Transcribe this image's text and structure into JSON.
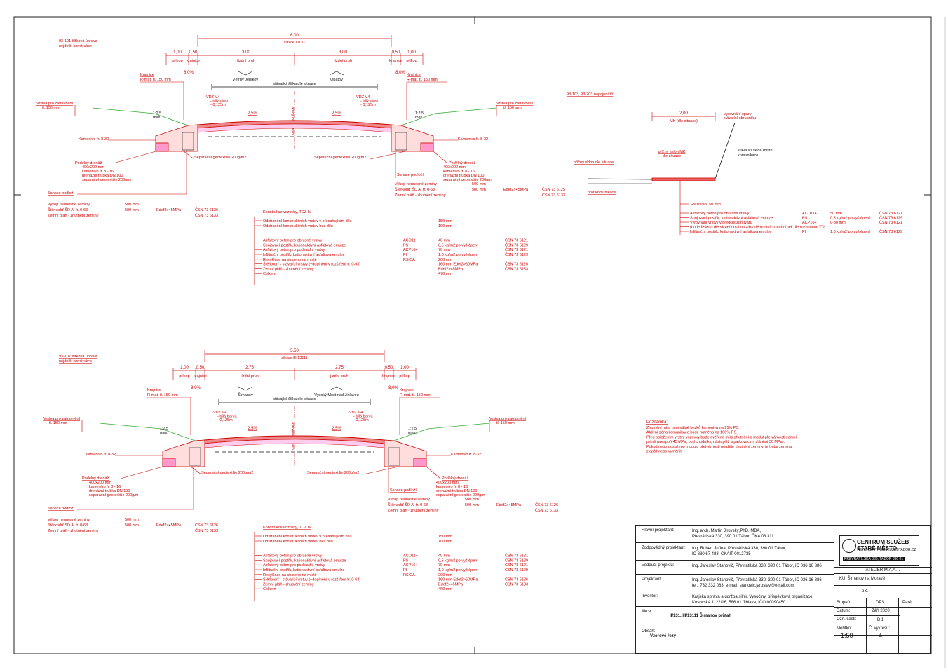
{
  "sheet": {
    "cross_section_top": {
      "title": "93-101 šířková úprava",
      "subtitle": "nejdelší konstrukce",
      "total_width": "6,00",
      "road_label": "silnice II/131",
      "dims": [
        "1,00",
        "0,50",
        "3,00",
        "3,00",
        "0,50",
        "1,00"
      ],
      "dim_labels": [
        "příkop",
        "krajnice",
        "jízdní pruh",
        "jízdní pruh",
        "krajnice",
        "příkop"
      ],
      "slope_left": "8,0%",
      "slope_right": "8,0%",
      "crossfall_left": "2,5%",
      "crossfall_right": "2,5%",
      "direction_left": "Větrný Jeníkov",
      "direction_right": "Opatov",
      "existing_axis": "stávající šířka dle situace",
      "axis_label": "osa komunikace",
      "krajnice_left": "Krajnice",
      "krajnice_left_2": "R-mat. tl. 150 mm",
      "krajnice_right": "Krajnice",
      "krajnice_right_2": "R-mat. tl. 150 mm",
      "vdz_left": [
        "VDZ V4",
        "- bílý plast",
        "- 0,125m"
      ],
      "vdz_right": [
        "VDZ V4",
        "- bílý plast",
        "- 0,125m"
      ],
      "topsoil_left": [
        "Vrstva pro zatravnění",
        "tl. 150 mm"
      ],
      "topsoil_right": [
        "Vrstva pro zatravnění",
        "tl. 150 mm"
      ],
      "slope_ratio": "1:2,5",
      "slope_ratio_2": "max.",
      "stone_left": "Kamenivo fr. 8-32",
      "stone_right": "Kamenivo fr. 8-32",
      "drain_left": [
        "Podélný drenáž",
        "400x200 mm",
        "kamenivo fr. 8 - 16",
        "drenážní trubka DN 100",
        "separační geotextilie 200g/m"
      ],
      "drain_right": [
        "Podélný drenáž",
        "400x200 mm",
        "kamenivo fr. 8 - 16",
        "drenážní trubka DN 100",
        "separační geotextilie 200g/m"
      ],
      "geotext_left": "Separační geotextilie 200g/m2",
      "geotext_right": "Separační geotextilie 200g/m2",
      "sanace_left": "Sanace podloží",
      "sanace_right": "Sanace podloží",
      "left_layers": [
        [
          "Výkop neúnosné zeminy",
          "500 mm",
          "",
          ""
        ],
        [
          "Štěrkodrť ŠD A, fr. 0-63",
          "500 mm",
          "Edef2>45MPa",
          "ČSN 73 6126"
        ],
        [
          "Zemní pláň - zhutnění zeminy",
          "",
          "",
          "ČSN 73 6133"
        ]
      ],
      "right_layers": [
        [
          "Výkop neúnosné zeminy",
          "500 mm",
          "",
          ""
        ],
        [
          "Štěrkodrť ŠD A, fr. 0-63",
          "500 mm",
          "Edef2>45MPa",
          "ČSN 73 6125"
        ],
        [
          "Zemní pláň - zhutnění zeminy",
          "",
          "",
          "ČSN 73 6133"
        ]
      ],
      "construction_title": "Konstrukce vozovky, TDZ IV",
      "construction": [
        [
          "Odstranění konstrukčních vrstev v přesahujícím dílu",
          "",
          "150 mm",
          ""
        ],
        [
          "Odstranění konstrukčních vrstev bez dílu",
          "",
          "100 mm",
          ""
        ],
        [
          "Asfaltový beton pro obrusné vrstvy",
          "ACO11+",
          "40 mm",
          "ČSN 73 6121"
        ],
        [
          "Spojovací postřik, kationaktivní asfaltová emulze",
          "PS",
          "0,5 kg/m2 po vyštěpení",
          "ČSN 73 6129"
        ],
        [
          "Asfaltový beton pro podkladní vrstvy",
          "ACP16+",
          "70 mm",
          "ČSN 73 6121"
        ],
        [
          "Infiltrační postřik, kationaktivní asfaltová emulze",
          "PI",
          "1,0 kg/m2 po vyštěpení",
          "ČSN 73 6129"
        ],
        [
          "Recyklace na studeno na místě",
          "RS CA",
          "200 mm",
          ""
        ],
        [
          "Štěrkodrť - stávající vrstvy (+doplnění v rozšíření fr. 0-63)",
          "",
          "160 mm  Edef2>60MPa",
          "ČSN 73 6126"
        ],
        [
          "Zemní pláň - zhutnění zeminy",
          "",
          "Edef2>45MPa",
          "ČSN 73 6133"
        ],
        [
          "Celkem",
          "",
          "470 mm",
          ""
        ]
      ]
    },
    "cross_section_bottom": {
      "title": "93-107 šířková úprava",
      "subtitle": "nejdelší konstrukce",
      "total_width": "5,50",
      "road_label": "silnice III/13111",
      "dims": [
        "1,00",
        "0,50",
        "2,75",
        "2,75",
        "0,50",
        "1,00"
      ],
      "dim_labels": [
        "příkop",
        "krajnice",
        "jízdní pruh",
        "jízdní pruh",
        "krajnice",
        "příkop"
      ],
      "slope_left": "8,0%",
      "slope_right": "8,0%",
      "crossfall_left": "2,5%",
      "crossfall_right": "2,5%",
      "direction_left": "Šimanov",
      "direction_right": "Vysoký Most nad Jihlavou",
      "existing_axis": "stávající šířka dle situace",
      "axis_label": "osa komunikace",
      "krajnice_left": "Krajnice",
      "krajnice_left_2": "R-mat. tl. 150 mm",
      "krajnice_right": "Krajnice",
      "krajnice_right_2": "R-mat. tl. 150 mm",
      "vdz_left": [
        "VDZ V4",
        "- bílá barva",
        "- 0,125m"
      ],
      "vdz_right": [
        "VDZ V4",
        "- bílá barva",
        "- 0,125m"
      ],
      "topsoil_left": [
        "Vrstva pro zatravnění",
        "tl. 150 mm"
      ],
      "topsoil_right": [
        "Vrstva pro zatravnění",
        "tl. 150 mm"
      ],
      "slope_ratio": "1:2,5",
      "slope_ratio_2": "max.",
      "stone_left": "Kamenivo fr. 8-32",
      "stone_right": "Kamenivo fr. 8-32",
      "drain_left": [
        "Podélný drenáž",
        "400x200 mm",
        "kamenivo fr. 8 - 16",
        "drenážní trubka DN 100",
        "separační geotextilie 200g/m"
      ],
      "drain_right": [
        "Podélný drenáž",
        "400x200 mm",
        "kamenivo fr. 8 - 16",
        "drenážní trubka DN 100",
        "separační geotextilie 200g/m"
      ],
      "geotext_left": "Separační geotextilie 200g/m2",
      "geotext_right": "Separační geotextilie 200g/m2",
      "sanace_left": "Sanace podloží",
      "sanace_right": "Sanace podloží",
      "left_layers": [
        [
          "Výkop neúnosné zeminy",
          "500 mm",
          "",
          ""
        ],
        [
          "Štěrkodrť ŠD A, fr. 0-63",
          "500 mm",
          "Edef2>45MPa",
          "ČSN 73 6126"
        ],
        [
          "Zemní pláň - zhutnění zeminy",
          "",
          "",
          "ČSN 73 6133"
        ]
      ],
      "right_layers": [
        [
          "Výkop neúnosné zeminy",
          "500 mm",
          "",
          ""
        ],
        [
          "Štěrkodrť ŠD A, fr. 0-63",
          "500 mm",
          "Edef2>45MPa",
          "ČSN 73 6126"
        ],
        [
          "Zemní pláň - zhutnění zeminy",
          "",
          "",
          "ČSN 73 6133"
        ]
      ],
      "construction_title": "Konstrukce vozovky, TDZ IV",
      "construction": [
        [
          "Odstranění konstrukčních vrstev v přesahujícím dílu",
          "",
          "150 mm",
          ""
        ],
        [
          "Odstranění konstrukčních vrstev bez dílu",
          "",
          "100 mm",
          ""
        ],
        [
          "Asfaltový beton pro obrusné vrstvy",
          "ACO11+",
          "40 mm",
          "ČSN 73 6121"
        ],
        [
          "Spojovací postřik, kationaktivní asfaltová emulze",
          "PS",
          "0,5 kg/m2 po vyštěpení",
          "ČSN 73 6129"
        ],
        [
          "Asfaltový beton pro podkladní vrstvy",
          "ACP16+",
          "70 mm",
          "ČSN 73 6121"
        ],
        [
          "Infiltrační postřik, kationaktivní asfaltová emulze",
          "PI",
          "1,0 kg/m2 po vyštěpení",
          "ČSN 73 6129"
        ],
        [
          "Recyklace na studeno na místě",
          "RS CA",
          "200 mm",
          ""
        ],
        [
          "Štěrkodrť - stávající vrstvy (+doplnění v rozšíření fr. 0-63)",
          "",
          "160 mm  Edef2>60MPa",
          "ČSN 73 6126"
        ],
        [
          "Zemní pláň - zhutnění zeminy",
          "",
          "Edef2>45MPa",
          "ČSN 73 6133"
        ],
        [
          "Celkem",
          "",
          "460 mm",
          ""
        ]
      ]
    },
    "detail": {
      "title": "93-103, 93-203 napojení tří",
      "width": "2,00",
      "width_label": "MK (dle situace)",
      "edge_label": [
        "Vyrovnání spáry",
        "stávající obrubníku"
      ],
      "slope_label": [
        "příčný sklon MK",
        "dle situace"
      ],
      "cross_label": "příčný sklon dle situace",
      "existing_label": [
        "stávající sklon místní",
        "komunikace"
      ],
      "milling": "Frézování 50 mm",
      "edge_road": "hrot komunikace",
      "layers": [
        [
          "Asfaltový beton pro obrusné vrstvy",
          "ACO11+",
          "50 mm",
          "ČSN 73 6121"
        ],
        [
          "Spojovací postřik, kationaktivní asfaltová emulze",
          "PS",
          "0,5 kg/m2 po vyštěpení",
          "ČSN 73 6129"
        ],
        [
          "Vyrovnání vrstvy v předchozím tvaru",
          "ACP16+",
          "0-80 mm",
          "ČSN 73 6121"
        ],
        [
          "(bude řešeno dle skutečnosti na základě místních podmínek dle rozhodnutí TD)",
          "",
          "",
          ""
        ],
        [
          "Infiltrační postřik, kationaktivní asfaltová emulze",
          "PI",
          "1,0 kg/m2 po vyštěpení",
          "ČSN 73 6129"
        ]
      ]
    },
    "notes": {
      "title": "Poznámka:",
      "lines": [
        "Zhutnění míra minimálně bezků kameniva na 95% PS.",
        "Aktivní zóna komunikace bude hutněna na 100% PS.",
        "Před položením vrstvy vozovky bude ověřena míra zhutnění a modul přetvárnosti zemní",
        "pláně (alespoň 45 MPa, pod chodníky, nástupišti a parkovacími stáními 30 MPa).",
        "Pokud nebo dosaženo modulu přetvárnosti použijte zhutnění zeminy, je třeba zemina",
        "zlepšit nebo vyměnit."
      ]
    },
    "title_block": {
      "rows": [
        [
          "Hlavní projektant:",
          "Ing. arch. Martin Jirovský,PhD.,MBA,",
          "Převrátilská 330, 390 01 Tábor, ČKA 03 311"
        ],
        [
          "Zodpovědný projektant:",
          "Ing. Robert Juřina, Převrátilská 330, 390 01 Tábor,",
          "IČ 880 67 483, ČKAIT 0012735"
        ],
        [
          "Vedoucí projektu:",
          "Ing. Jaroslav Stanovič, Převrátilská 330, 390 01 Tábor, IČ 036 16 886",
          ""
        ],
        [
          "Projektant:",
          "Ing. Jaroslav Stanovič, Převrátilská 330, 390 01 Tábor, IČ 036 16 886",
          "tel.: 732 332 063, e-mail: stanovic.jaroslav@email.com"
        ],
        [
          "Investor:",
          "Krajská správa a údržba silnic Vysočiny, příspěvková organizace,",
          "Kosovská 1122/16, 586 01 Jihlava, IČO 00090450"
        ],
        [
          "Akce:",
          "II/131, III/13111 Šimanov průtah",
          ""
        ],
        [
          "Obsah:",
          "Vzorové řezy",
          ""
        ]
      ],
      "logo_text": "CENTRUM SLUŽEB STARÉ MĚSTO",
      "logo_url": "WWW.CENTRUMSLUZEBTABOR.CZ",
      "logo_addr": "PŘEVRÁTILSKÁ 330, TÁBOR 390 01",
      "atelier": "ATELIÉR M.A.A.T.",
      "ku": "KÚ: Šimanov na Moravě",
      "pc_label": "p.č.:",
      "stupen_label": "Stupeň:",
      "stupen": "DPS",
      "datum_label": "Datum:",
      "datum": "Září 2020",
      "ozn_label": "Ozn. části:",
      "ozn": "D.1",
      "meritko_label": "Měřítko:",
      "meritko": "1:50",
      "vykres_label": "Č. výkresu:",
      "vykres": "4.",
      "pare_label": "Paré:"
    }
  }
}
